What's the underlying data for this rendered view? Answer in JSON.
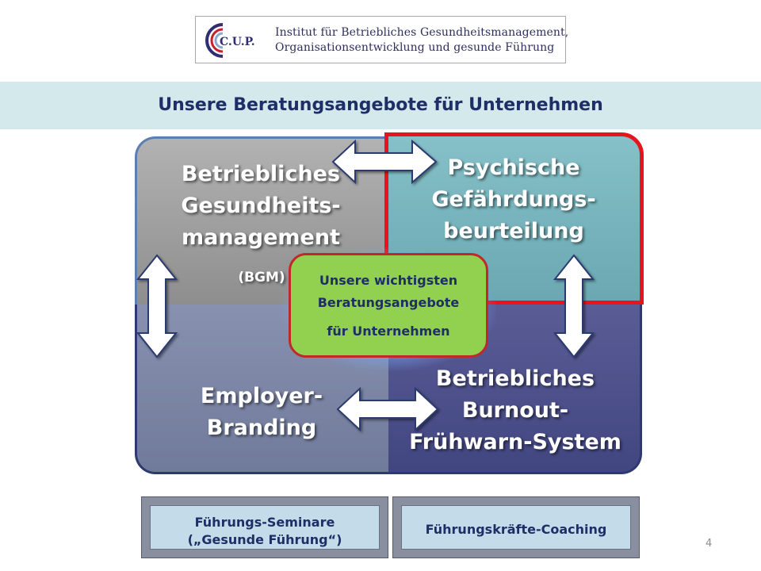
{
  "logo": {
    "mark": "C.U.P.",
    "line1": "Institut für Betriebliches Gesundheitsmanagement,",
    "line2": "Organisationsentwicklung und gesunde Führung"
  },
  "title": "Unsere Beratungsangebote für Unternehmen",
  "quadrants": {
    "bgm": {
      "line1": "Betriebliches",
      "line2": "Gesundheits-",
      "line3": "management",
      "abbr": "(BGM)"
    },
    "psych": {
      "line1": "Psychische",
      "line2": "Gefährdungs-",
      "line3": "beurteilung"
    },
    "employer": {
      "line1": "Employer-",
      "line2": "Branding"
    },
    "burnout": {
      "line1": "Betriebliches",
      "line2": "Burnout-",
      "line3": "Frühwarn-System"
    }
  },
  "center": {
    "line1": "Unsere wichtigsten",
    "line2": "Beratungsangebote",
    "line3": "für Unternehmen"
  },
  "buttons": {
    "seminars_line1": "Führungs-Seminare",
    "seminars_line2": "(„Gesunde Führung“)",
    "coaching": "Führungskräfte-Coaching"
  },
  "page_number": "4",
  "colors": {
    "title_band": "#d4e9ec",
    "title_text": "#1e2e66",
    "quadrant_bgm": "#9c9c9c",
    "quadrant_psych": "#78b4bc",
    "quadrant_employer": "#7a84a4",
    "quadrant_burnout": "#4c508a",
    "highlight_border": "#e8141c",
    "center_fill": "#92d050"
  }
}
